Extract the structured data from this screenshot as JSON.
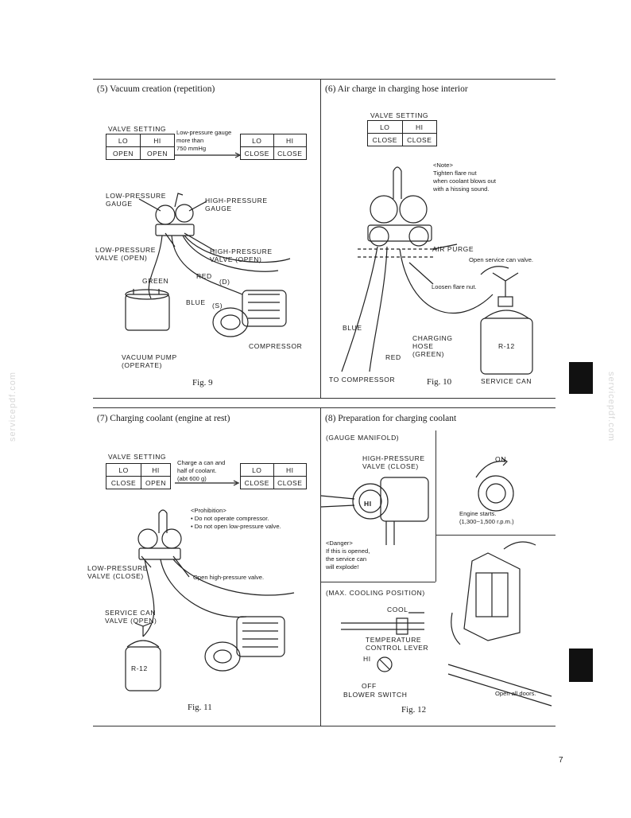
{
  "sections": {
    "s5": {
      "title": "(5)  Vacuum creation (repetition)",
      "valve_setting": "VALVE SETTING",
      "table_left": {
        "headers": [
          "LO",
          "HI"
        ],
        "values": [
          "OPEN",
          "OPEN"
        ]
      },
      "arrow_note": "Low-pressure gauge\nmore than\n    750 mmHg",
      "table_right": {
        "headers": [
          "LO",
          "HI"
        ],
        "values": [
          "CLOSE",
          "CLOSE"
        ]
      },
      "labels": {
        "low_gauge": "LOW-PRESSURE\nGAUGE",
        "high_gauge": "HIGH-PRESSURE\nGAUGE",
        "low_valve": "LOW-PRESSURE\nVALVE (OPEN)",
        "high_valve": "HIGH-PRESSURE\nVALVE (OPEN)",
        "red": "RED",
        "d": "(D)",
        "green": "GREEN",
        "blue": "BLUE",
        "s": "(S)",
        "compressor": "COMPRESSOR",
        "vacuum_pump": "VACUUM PUMP\n(OPERATE)"
      },
      "fig": "Fig. 9"
    },
    "s6": {
      "title": "(6)  Air charge in charging hose interior",
      "valve_setting": "VALVE SETTING",
      "table": {
        "headers": [
          "LO",
          "HI"
        ],
        "values": [
          "CLOSE",
          "CLOSE"
        ]
      },
      "note": "<Note>\nTighten flare nut\nwhen coolant blows out\nwith a hissing sound.",
      "labels": {
        "air_purge": "AIR PURGE",
        "open_service": "Open service can valve.",
        "loosen": "Loosen flare nut.",
        "blue": "BLUE",
        "charging_hose": "CHARGING\nHOSE\n(GREEN)",
        "red": "RED",
        "r12": "R-12",
        "to_compressor": "TO COMPRESSOR",
        "service_can": "SERVICE CAN"
      },
      "fig": "Fig. 10"
    },
    "s7": {
      "title": "(7)  Charging coolant (engine at rest)",
      "valve_setting": "VALVE SETTING",
      "table_left": {
        "headers": [
          "LO",
          "HI"
        ],
        "values": [
          "CLOSE",
          "OPEN"
        ]
      },
      "arrow_note": "Charge a can and\nhalf of coolant.\n(abt 600 g)",
      "table_right": {
        "headers": [
          "LO",
          "HI"
        ],
        "values": [
          "CLOSE",
          "CLOSE"
        ]
      },
      "prohibition": "<Prohibition>\n• Do not operate compressor.\n• Do not open low-pressure valve.",
      "labels": {
        "low_valve": "LOW-PRESSURE\nVALVE (CLOSE)",
        "open_high": "Open high-pressure valve.",
        "service_valve": "SERVICE CAN\nVALVE (OPEN)",
        "r12": "R-12"
      },
      "fig": "Fig. 11"
    },
    "s8": {
      "title": "(8)  Preparation for charging coolant",
      "gauge_manifold": "(GAUGE MANIFOLD)",
      "high_valve": "HIGH-PRESSURE\nVALVE (CLOSE)",
      "hi_mark": "HI",
      "danger": "<Danger>\nIf this is opened,\nthe service can\nwill explode!",
      "on": "ON",
      "engine": "Engine starts.\n(1,300~1,500 r.p.m.)",
      "max_cooling": "(MAX. COOLING POSITION)",
      "cool": "COOL",
      "temp_lever": "TEMPERATURE\nCONTROL LEVER",
      "hi": "HI",
      "off": "OFF",
      "blower": "BLOWER SWITCH",
      "doors": "Open all doors.",
      "fig": "Fig. 12"
    }
  },
  "watermark": "servicepdf.com",
  "page_number": "7"
}
